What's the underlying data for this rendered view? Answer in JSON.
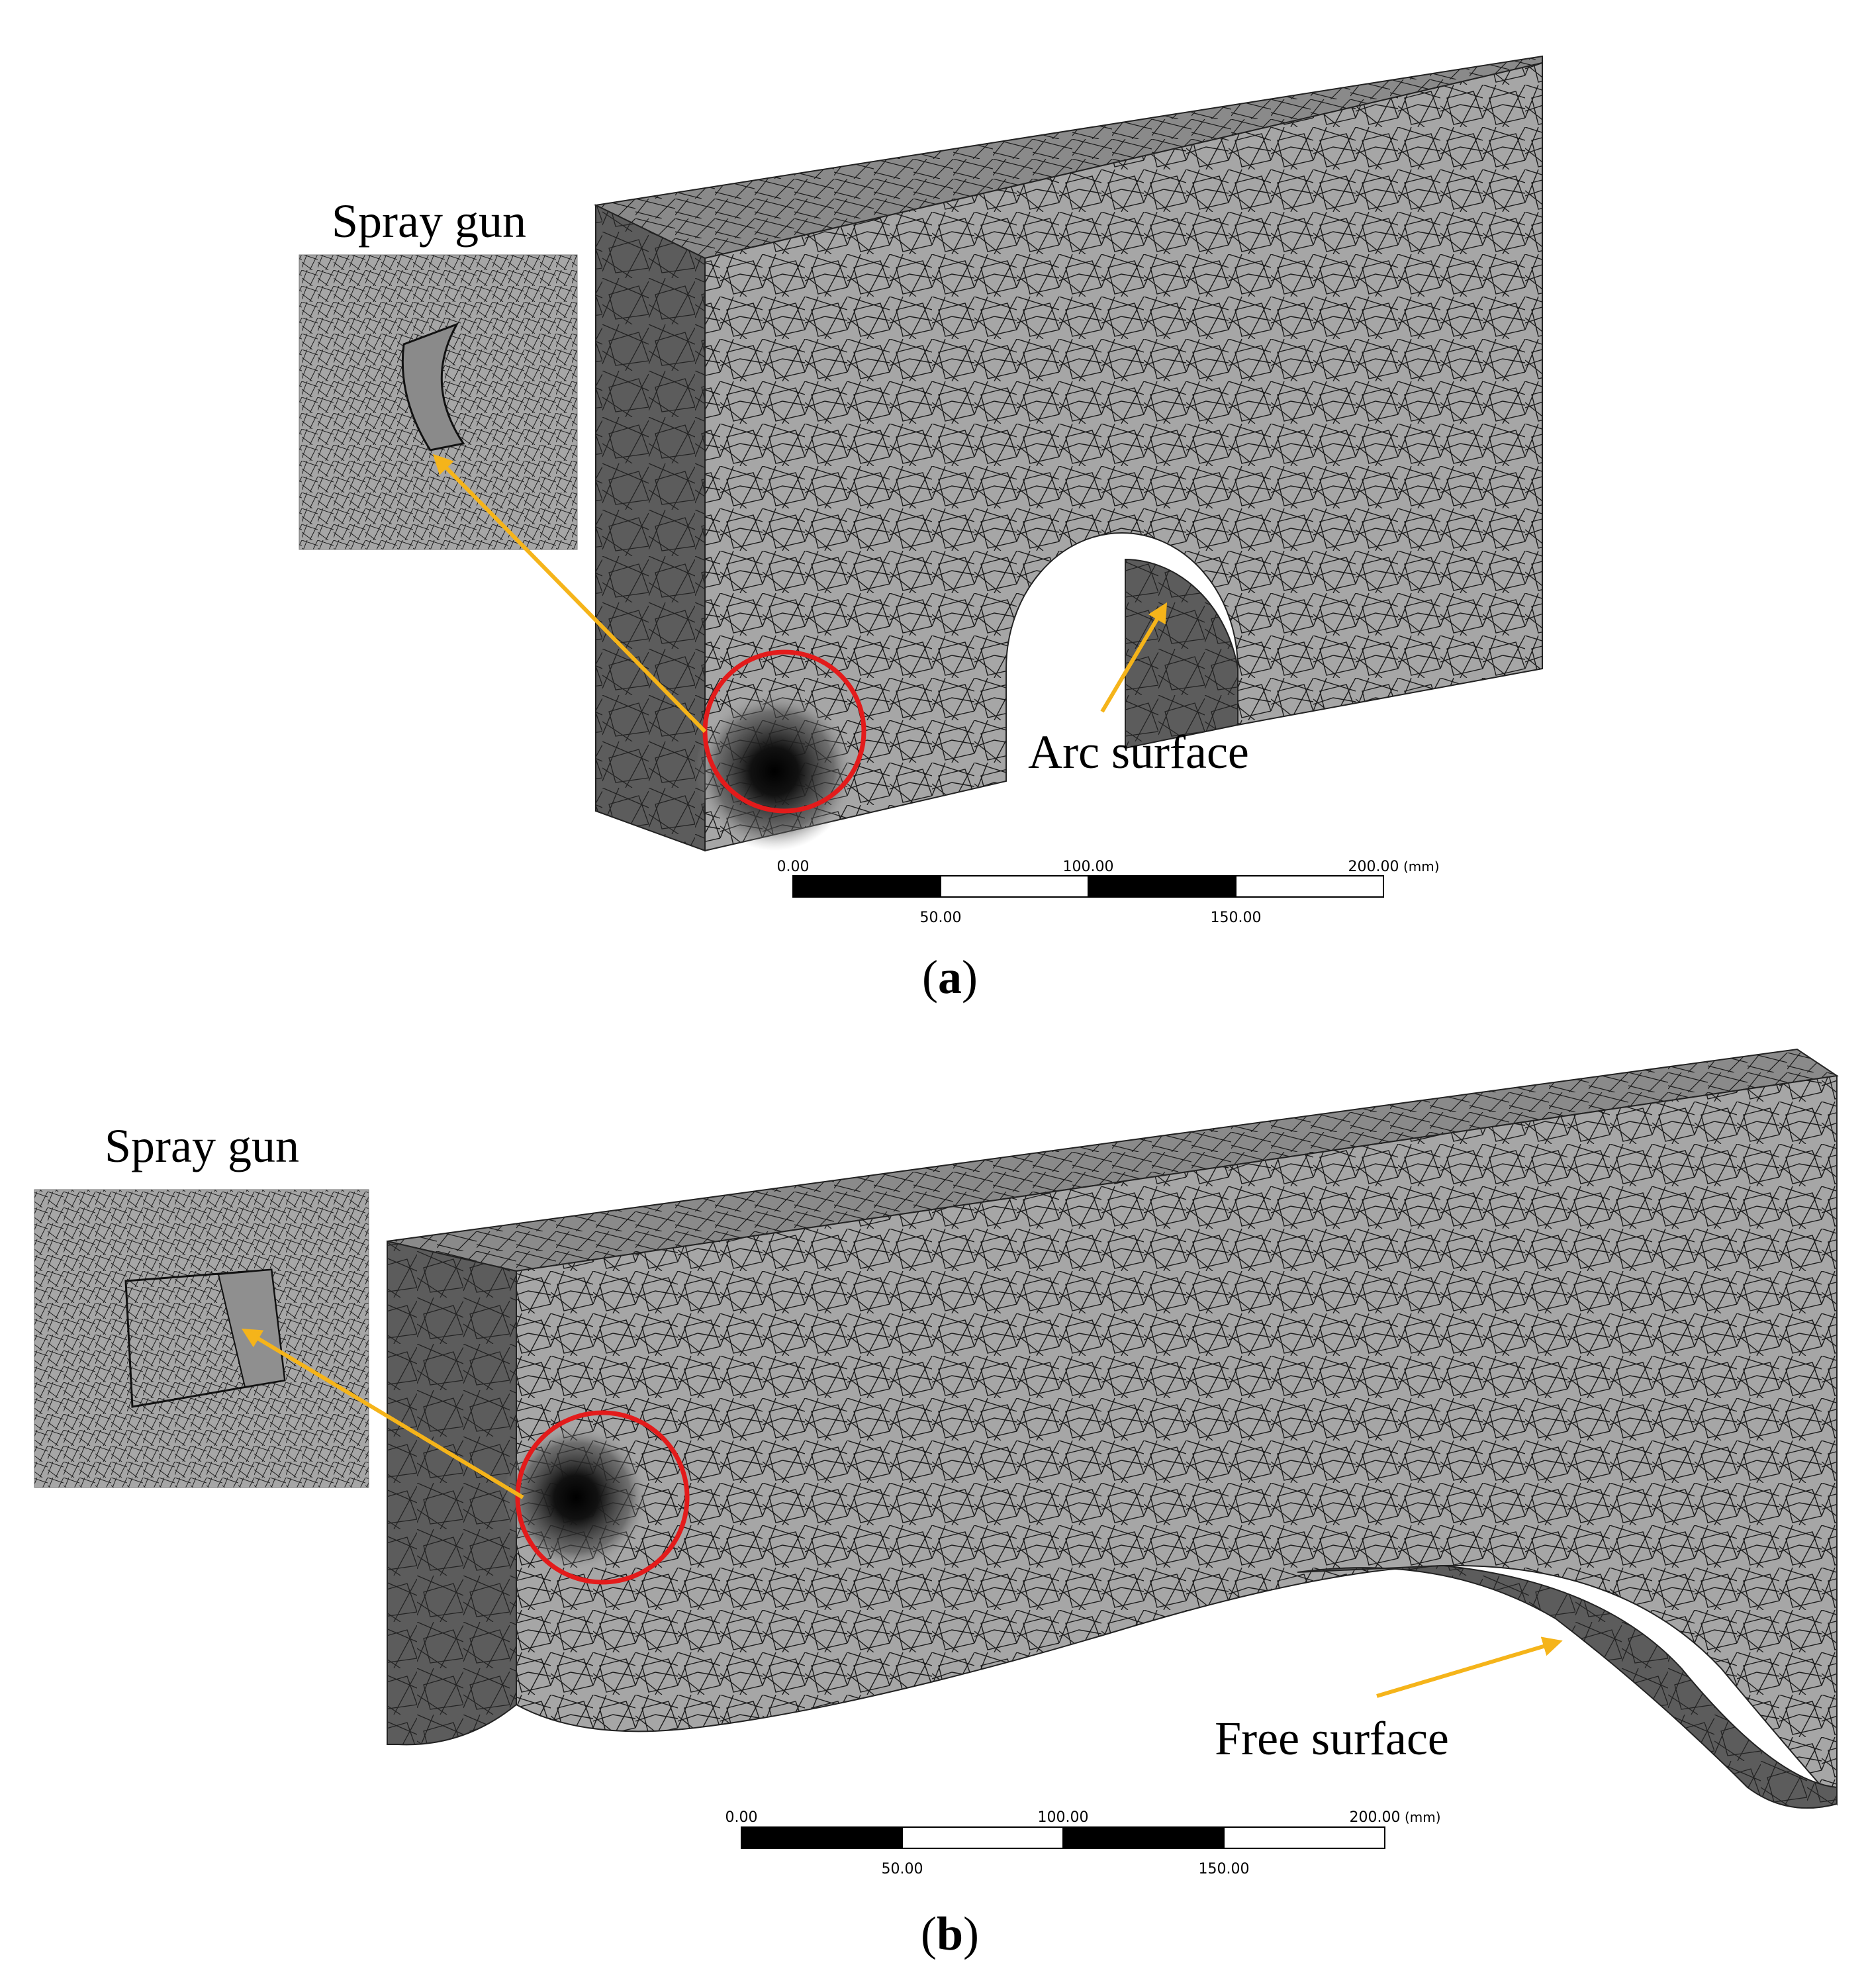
{
  "colors": {
    "mesh_face": "#a6a6a6",
    "mesh_side": "#5c5c5c",
    "mesh_top": "#8a8a8a",
    "mesh_line": "#1a1a1a",
    "arrow": "#f5b41a",
    "circle": "#e31b1b"
  },
  "panel_a": {
    "inset_label": "Spray gun",
    "annotation": "Arc surface",
    "caption_open": "(",
    "caption_letter": "a",
    "caption_close": ")",
    "scale": {
      "ticks_top": [
        "0.00",
        "100.00",
        "200.00"
      ],
      "unit": "(mm)",
      "ticks_bottom": [
        "50.00",
        "150.00"
      ]
    }
  },
  "panel_b": {
    "inset_label": "Spray gun",
    "annotation": "Free surface",
    "caption_open": "(",
    "caption_letter": "b",
    "caption_close": ")",
    "scale": {
      "ticks_top": [
        "0.00",
        "100.00",
        "200.00"
      ],
      "unit": "(mm)",
      "ticks_bottom": [
        "50.00",
        "150.00"
      ]
    }
  }
}
